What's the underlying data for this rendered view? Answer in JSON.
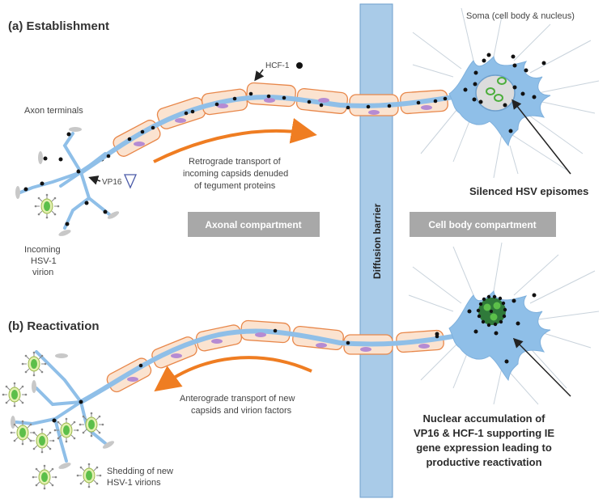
{
  "panels": {
    "establishment": {
      "title": "(a)  Establishment",
      "labels": {
        "axon_terminals": "Axon terminals",
        "hcf1": "HCF-1",
        "vp16": "VP16",
        "incoming_virion": [
          "Incoming",
          "HSV-1",
          "virion"
        ],
        "retrograde": [
          "Retrograde transport of",
          "incoming capsids denuded",
          "of tegument proteins"
        ],
        "soma": "Soma (cell body & nucleus)",
        "silenced": "Silenced HSV episomes"
      }
    },
    "reactivation": {
      "title": "(b)  Reactivation",
      "labels": {
        "anterograde": [
          "Anterograde transport of new",
          "capsids and virion factors"
        ],
        "shedding": [
          "Shedding of new",
          "HSV-1 virions"
        ],
        "nuclear_accumulation": [
          "Nuclear accumulation of",
          "VP16 & HCF-1 supporting IE",
          "gene expression leading to",
          "productive reactivation"
        ]
      }
    }
  },
  "compartments": {
    "axonal": "Axonal compartment",
    "cell_body": "Cell body compartment",
    "barrier": "Diffusion barrier"
  },
  "colors": {
    "axon": "#8fbfe8",
    "myelin_fill": "#fbe3d0",
    "myelin_stroke": "#e8874a",
    "nucleus_purple": "#b58bd3",
    "arrow_orange": "#ef7d22",
    "barrier": "#a9cbe8",
    "compartment_box": "#a8a8a8",
    "virion_green": "#5cbf4a",
    "hcf1_dot": "#111111"
  }
}
